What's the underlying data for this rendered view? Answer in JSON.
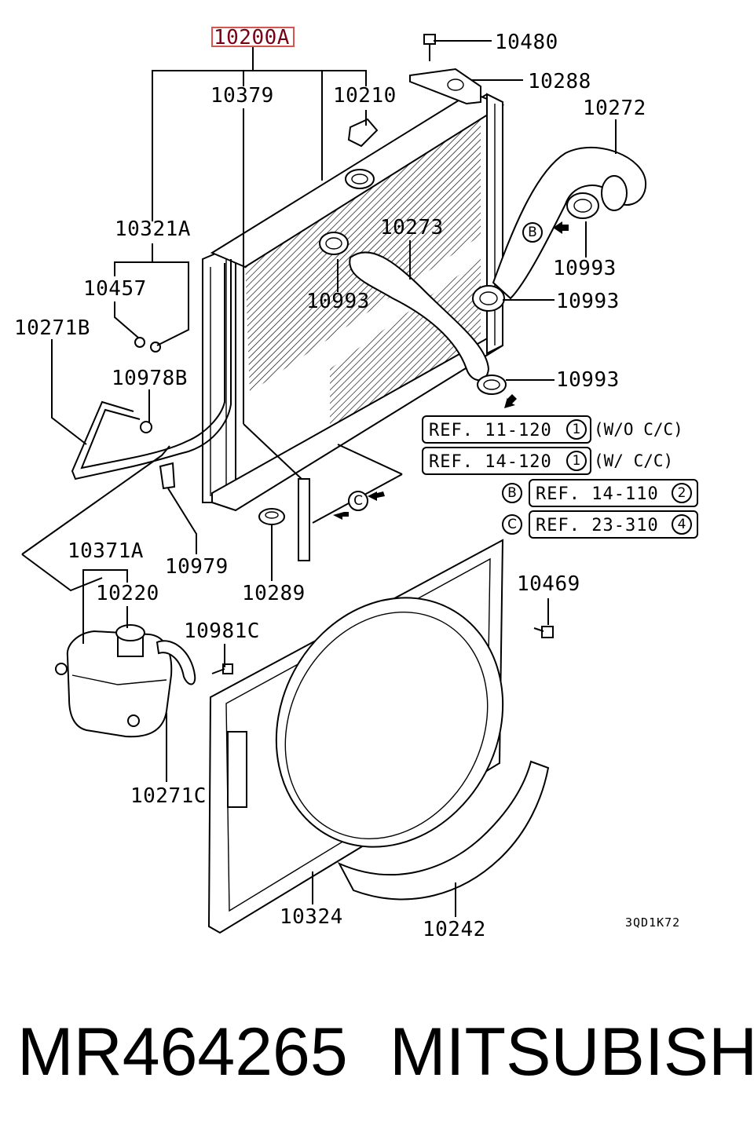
{
  "labels": {
    "highlighted": "10200A",
    "p10480": "10480",
    "p10288": "10288",
    "p10272": "10272",
    "p10379": "10379",
    "p10210": "10210",
    "p10321A": "10321A",
    "p10273": "10273",
    "p10993_a": "10993",
    "p10993_b": "10993",
    "p10993_c": "10993",
    "p10993_d": "10993",
    "p10457": "10457",
    "p10271B": "10271B",
    "p10978B": "10978B",
    "p10979": "10979",
    "p10289": "10289",
    "p10371A": "10371A",
    "p10220": "10220",
    "p10981C": "10981C",
    "p10469": "10469",
    "p10271C": "10271C",
    "p10324": "10324",
    "p10242": "10242"
  },
  "refs": [
    {
      "text": "REF. 11-120",
      "num": "1",
      "cond": "(W/O  C/C)"
    },
    {
      "text": "REF. 14-120",
      "num": "1",
      "cond": "(W/  C/C)"
    },
    {
      "text": "REF. 14-110",
      "num": "2",
      "marker": "B"
    },
    {
      "text": "REF. 23-310",
      "num": "4",
      "marker": "C"
    }
  ],
  "markers": {
    "b": "B",
    "c": "C"
  },
  "diagram_code": "3QD1K72",
  "footer": {
    "part_number": "MR464265",
    "brand": "MITSUBISHI"
  },
  "colors": {
    "highlight_box": "#d9534f",
    "highlight_text": "#7a0010"
  }
}
